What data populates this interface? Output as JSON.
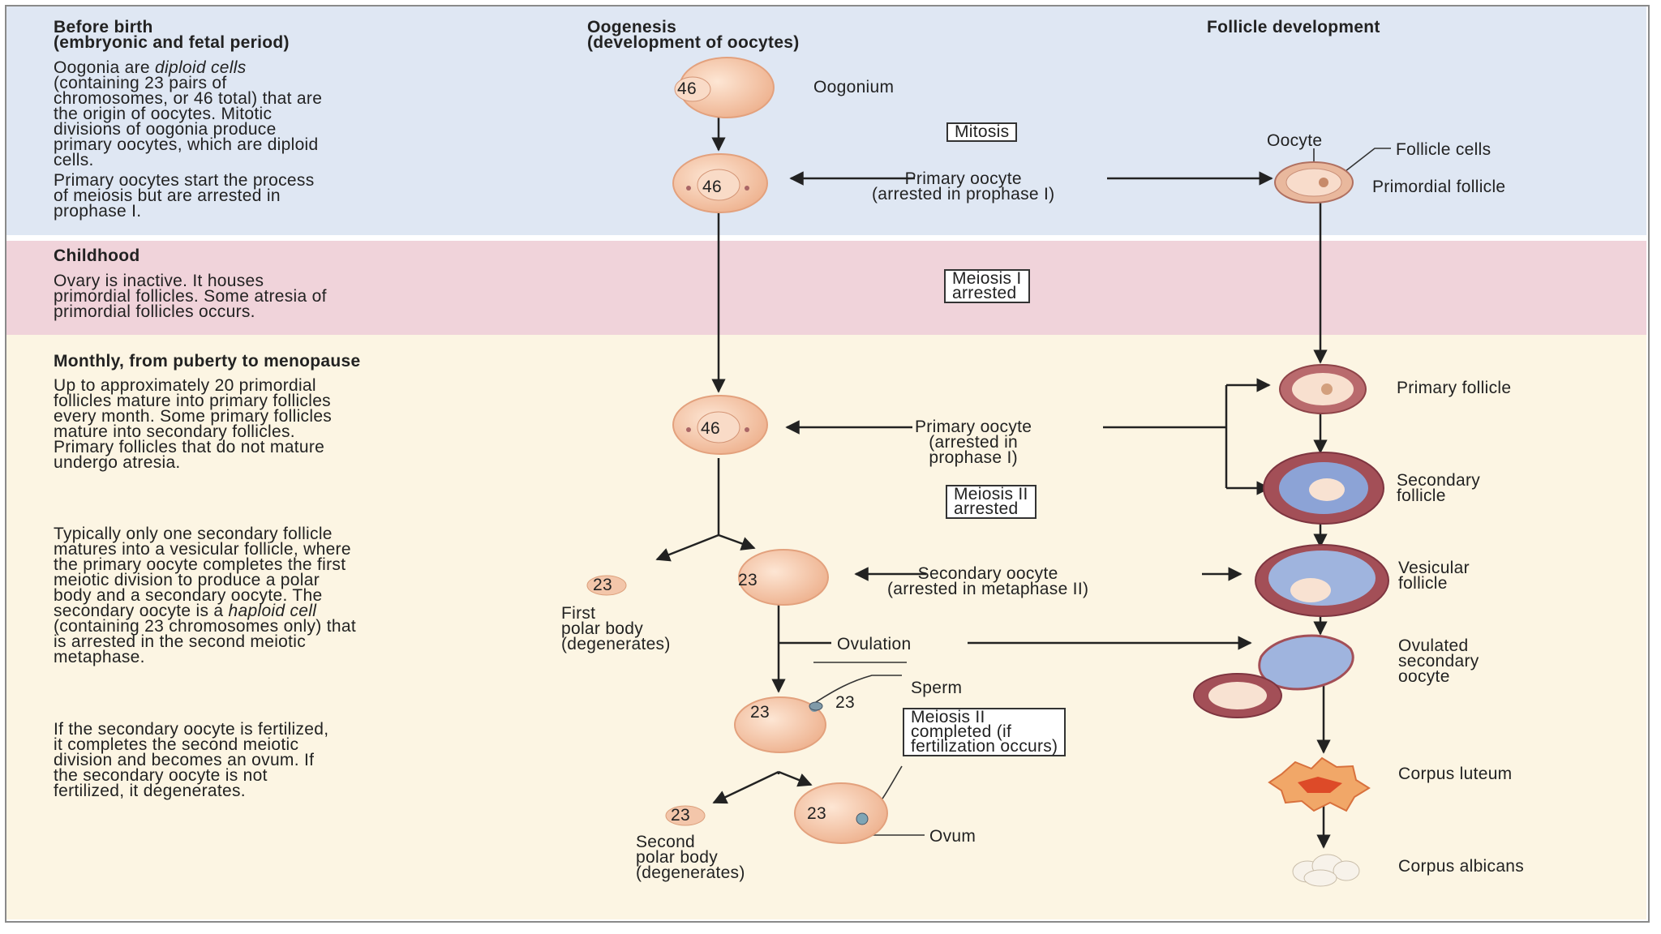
{
  "columns": {
    "left_title": "Before birth\n(embryonic and fetal period)",
    "mid_title": "Oogenesis\n(development of oocytes)",
    "right_title": "Follicle development"
  },
  "text": {
    "before_p1_a": "Oogonia are ",
    "before_p1_em": "diploid cells",
    "before_p1_b": "(containing 23 pairs of\nchromosomes, or 46 total) that are\nthe origin of oocytes. Mitotic\ndivisions of oogonia produce\nprimary oocytes, which are diploid\ncells.",
    "before_p2": "Primary oocytes start the process\nof meiosis but are arrested in\nprophase I.",
    "childhood_title": "Childhood",
    "childhood_p": "Ovary is inactive. It houses\nprimordial follicles. Some atresia of\nprimordial follicles occurs.",
    "puberty_title": "Monthly, from puberty to menopause",
    "puberty_p1": "Up to approximately 20 primordial\nfollicles mature into primary follicles\nevery month. Some primary follicles\nmature into secondary follicles.\nPrimary follicles that do not mature\nundergo atresia.",
    "puberty_p2_a": "Typically only one secondary follicle\nmatures into a vesicular follicle, where\nthe primary oocyte completes the first\nmeiotic division to produce a polar\nbody and a secondary oocyte. The\nsecondary oocyte is a ",
    "puberty_p2_em": "haploid cell",
    "puberty_p2_b": "(containing 23 chromosomes only) that\nis arrested in the second meiotic\nmetaphase.",
    "puberty_p3": "If the secondary oocyte is fertilized,\nit completes the second meiotic\ndivision and becomes an ovum. If\nthe secondary oocyte is not\nfertilized, it degenerates."
  },
  "labels": {
    "oogonium": "Oogonium",
    "primary_oocyte_1": "Primary oocyte\n(arrested in prophase I)",
    "primary_oocyte_2": "Primary oocyte\n(arrested in\nprophase I)",
    "secondary_oocyte": "Secondary oocyte\n(arrested in metaphase II)",
    "first_polar": "First\npolar body\n(degenerates)",
    "ovulation": "Ovulation",
    "sperm": "Sperm",
    "second_polar": "Second\npolar body\n(degenerates)",
    "ovum": "Ovum",
    "oocyte": "Oocyte",
    "follicle_cells": "Follicle cells",
    "primordial_follicle": "Primordial follicle",
    "primary_follicle": "Primary follicle",
    "secondary_follicle": "Secondary\nfollicle",
    "vesicular_follicle": "Vesicular\nfollicle",
    "ovulated_oocyte": "Ovulated\nsecondary\noocyte",
    "corpus_luteum": "Corpus luteum",
    "corpus_albicans": "Corpus albicans"
  },
  "boxes": {
    "mitosis": "Mitosis",
    "meiosis1": "Meiosis I\narrested",
    "meiosis2": "Meiosis II\narrested",
    "meiosis2_done": "Meiosis II\ncompleted (if\nfertilization occurs)"
  },
  "numbers": {
    "oogonium": "46",
    "primary1": "46",
    "primary2": "46",
    "secondary": "23",
    "polar1": "23",
    "fertilized": "23",
    "sperm": "23",
    "polar2": "23",
    "ovum": "23"
  },
  "colors": {
    "before_band": "#dfe7f3",
    "childhood_band": "#f0d3da",
    "puberty_band": "#fcf5e3",
    "cell_fill": "#f6c9ad",
    "follicle_wall": "#b05a5e",
    "antrum": "#9fb4de"
  }
}
